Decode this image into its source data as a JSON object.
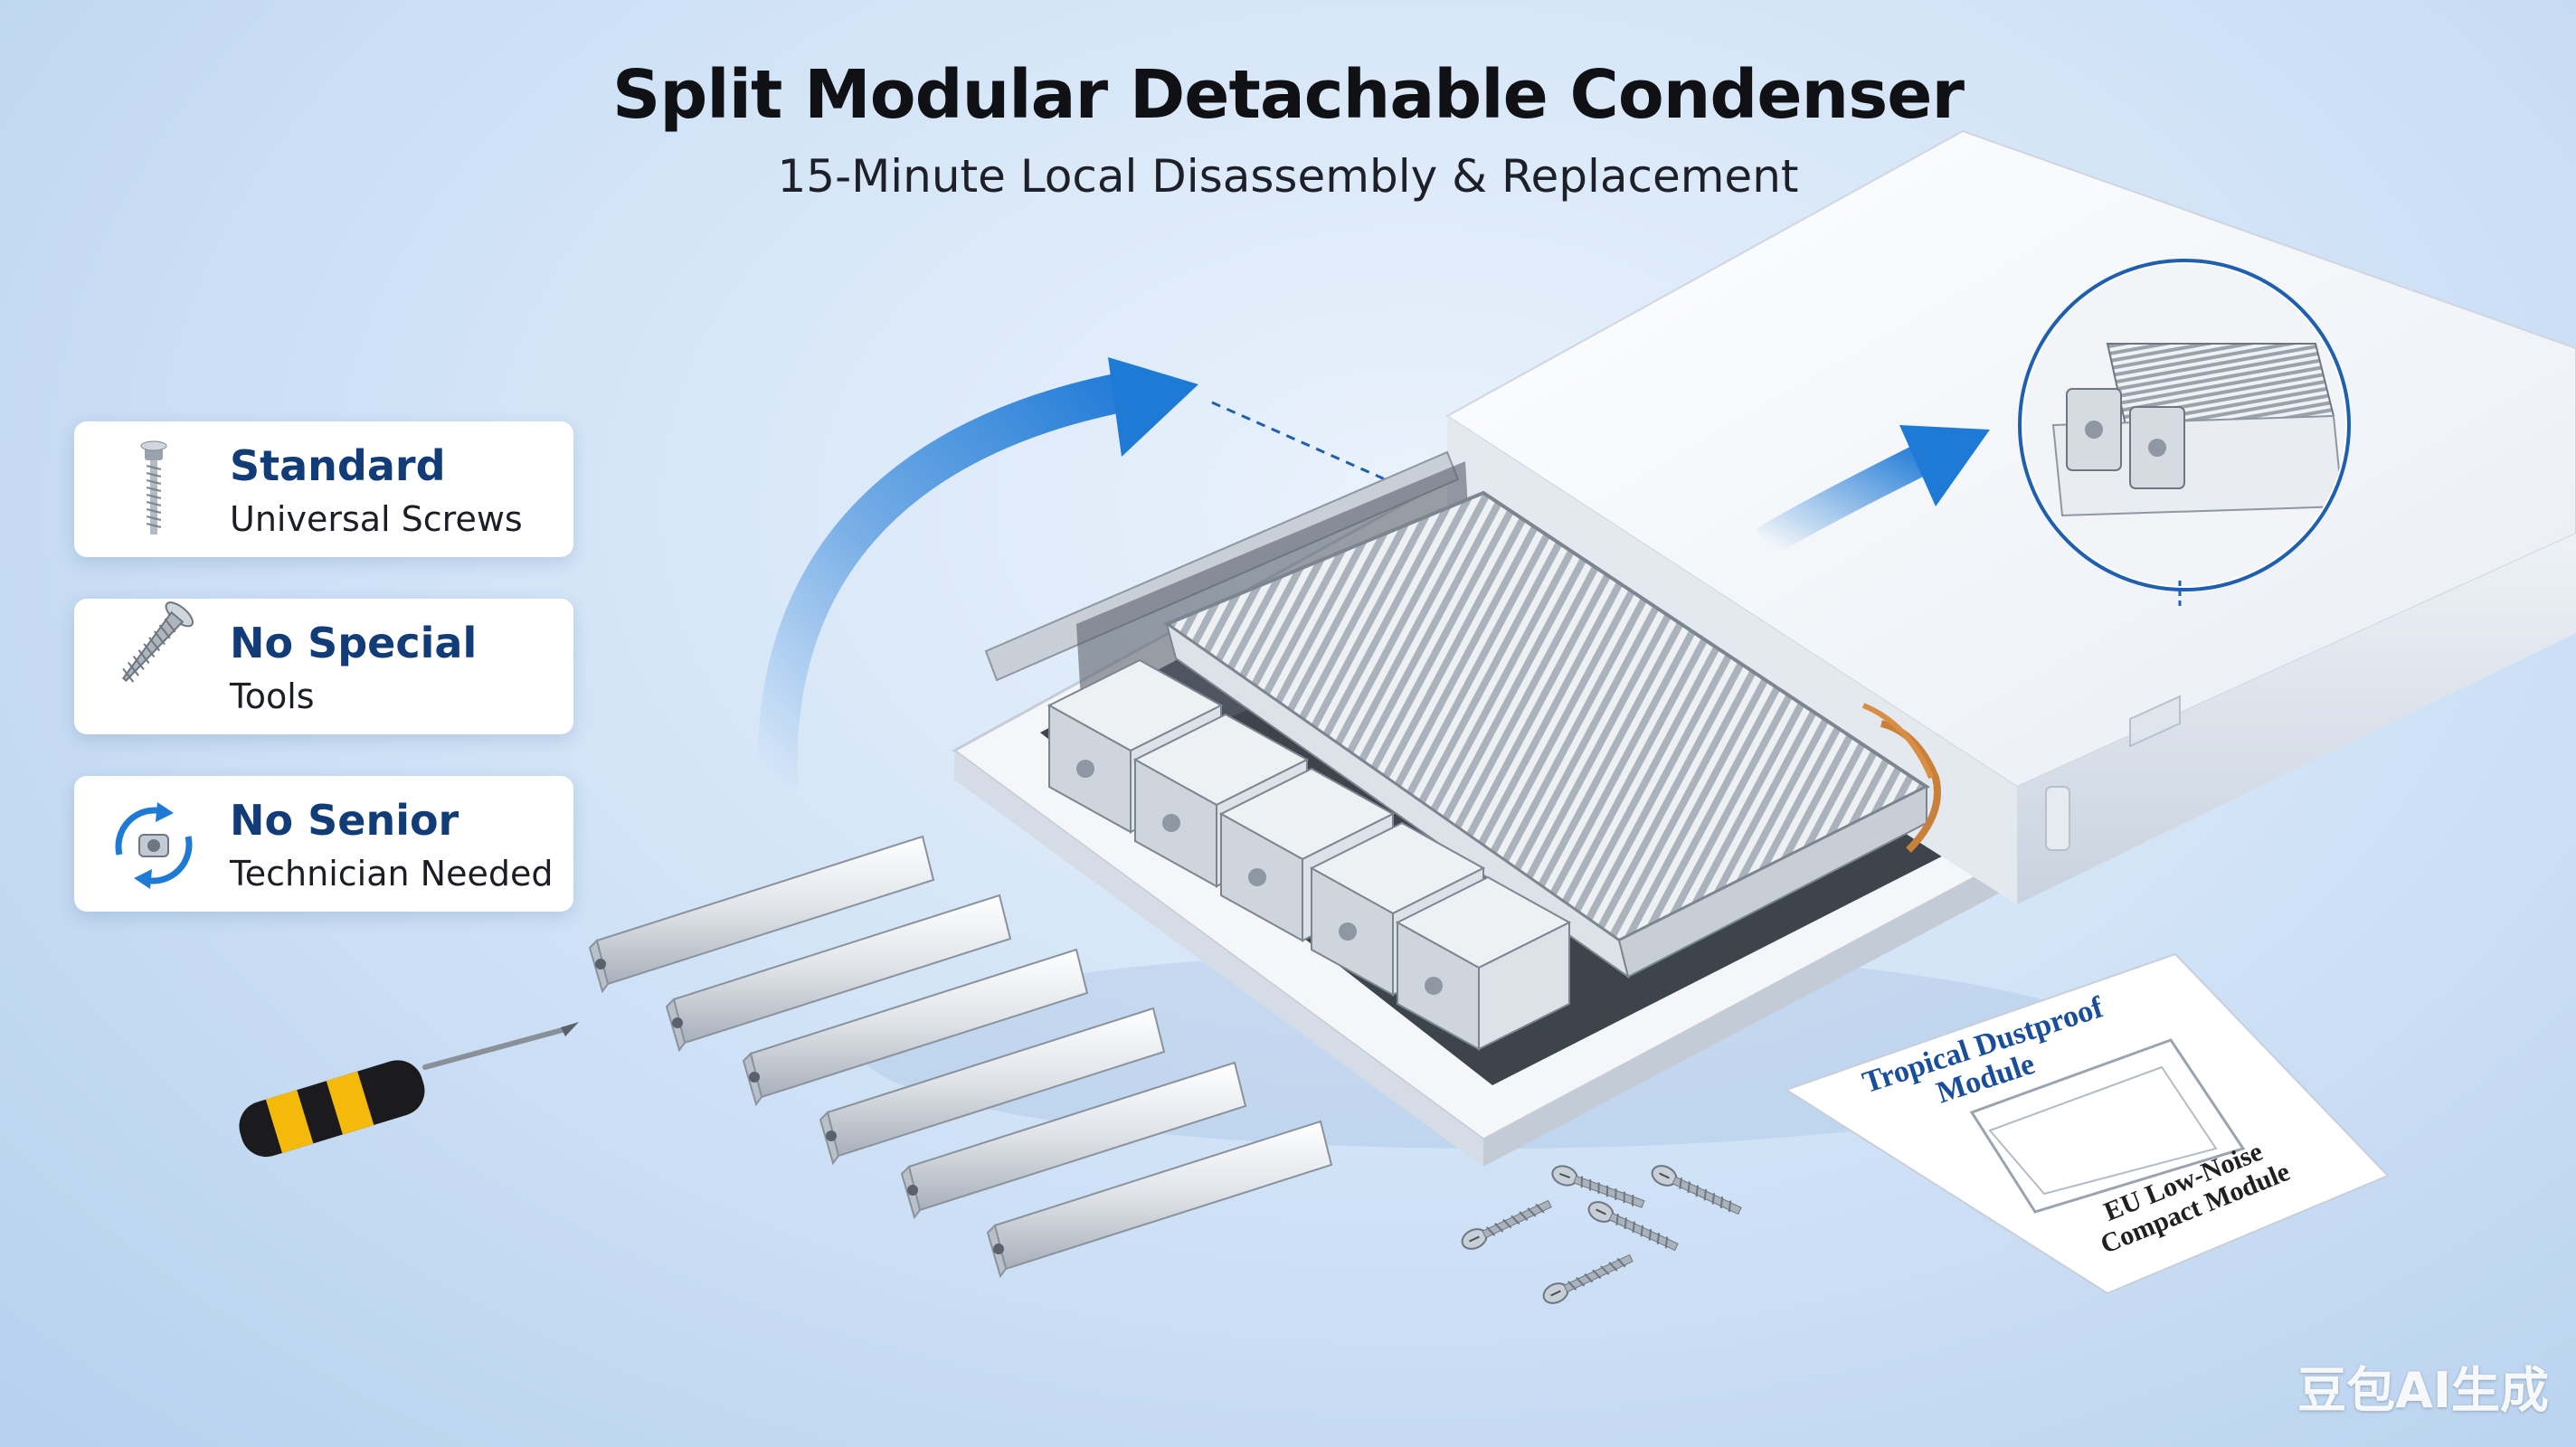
{
  "header": {
    "title": "Split Modular Detachable Condenser",
    "subtitle": "15-Minute Local Disassembly & Replacement"
  },
  "features": [
    {
      "title": "Standard",
      "subtitle": "Universal Screws",
      "icon": "universal-screw-icon"
    },
    {
      "title": "No Special",
      "subtitle": "Tools",
      "icon": "wood-screw-icon"
    },
    {
      "title": "No Senior",
      "subtitle": "Technician Needed",
      "icon": "rotate-fastener-icon"
    }
  ],
  "document": {
    "line1": "Tropical Dustproof",
    "line2": "Module",
    "line3": "EU Low-Noise",
    "line4": "Compact Module"
  },
  "watermark": "豆包AI生成",
  "colors": {
    "accent_blue": "#1f7ad6",
    "heading_navy": "#123c78",
    "screwdriver_yellow": "#f5b90a",
    "housing_white": "#f6f8fb"
  }
}
